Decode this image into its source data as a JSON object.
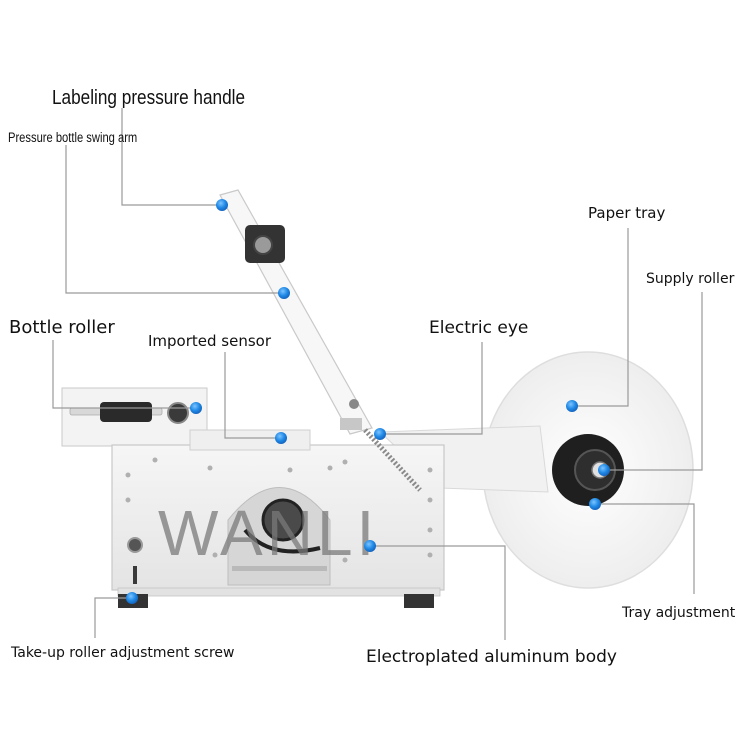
{
  "watermark": "WANLI",
  "colors": {
    "marker": "#1e88e5",
    "leader": "#9a9a9a",
    "body": "#eeeeee",
    "text": "#111111"
  },
  "labels": {
    "labeling_pressure_handle": "Labeling pressure handle",
    "pressure_bottle_swing_arm": "Pressure bottle swing arm",
    "bottle_roller": "Bottle roller",
    "imported_sensor": "Imported sensor",
    "electric_eye": "Electric eye",
    "paper_tray": "Paper tray",
    "supply_roller": "Supply roller",
    "tray_adjustment": "Tray adjustment",
    "take_up_roller_adjustment_screw": "Take-up roller adjustment screw",
    "electroplated_aluminum_body": "Electroplated aluminum body"
  }
}
